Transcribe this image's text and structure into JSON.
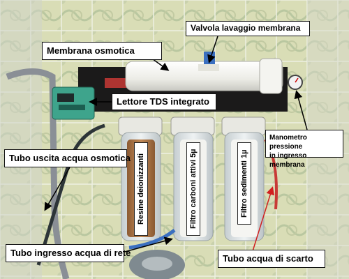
{
  "labels": {
    "valvola": "Valvola lavaggio membrana",
    "membrana": "Membrana osmotica",
    "lettore": "Lettore TDS integrato",
    "manometro_1": "Manometro pressione",
    "manometro_2": "in ingresso membrana",
    "tubo_uscita": "Tubo uscita acqua osmotica",
    "tubo_ingresso": "Tubo ingresso acqua di rete",
    "tubo_scarto": "Tubo acqua di scarto",
    "resine": "Resine deionizzanti",
    "carboni": "Filtro carboni attivi 5µ",
    "sedimenti": "Filtro sedimenti 1µ"
  },
  "colors": {
    "wall_tile": "#d9ddb6",
    "wall_pattern": "#b9c7a0",
    "backplate": "#1b1a1a",
    "membrane_housing": "#eeeeea",
    "filter_clear": "#dfe4e6",
    "resin": "#b07a4c",
    "carbon_filter": "#f1f1ee",
    "tube_blue": "#3a6fc0",
    "tube_red": "#c83a36",
    "tube_grey": "#8a8f96",
    "tds_meter": "#3ea48c",
    "arrow_black": "#000000",
    "arrow_red": "#d12020"
  }
}
